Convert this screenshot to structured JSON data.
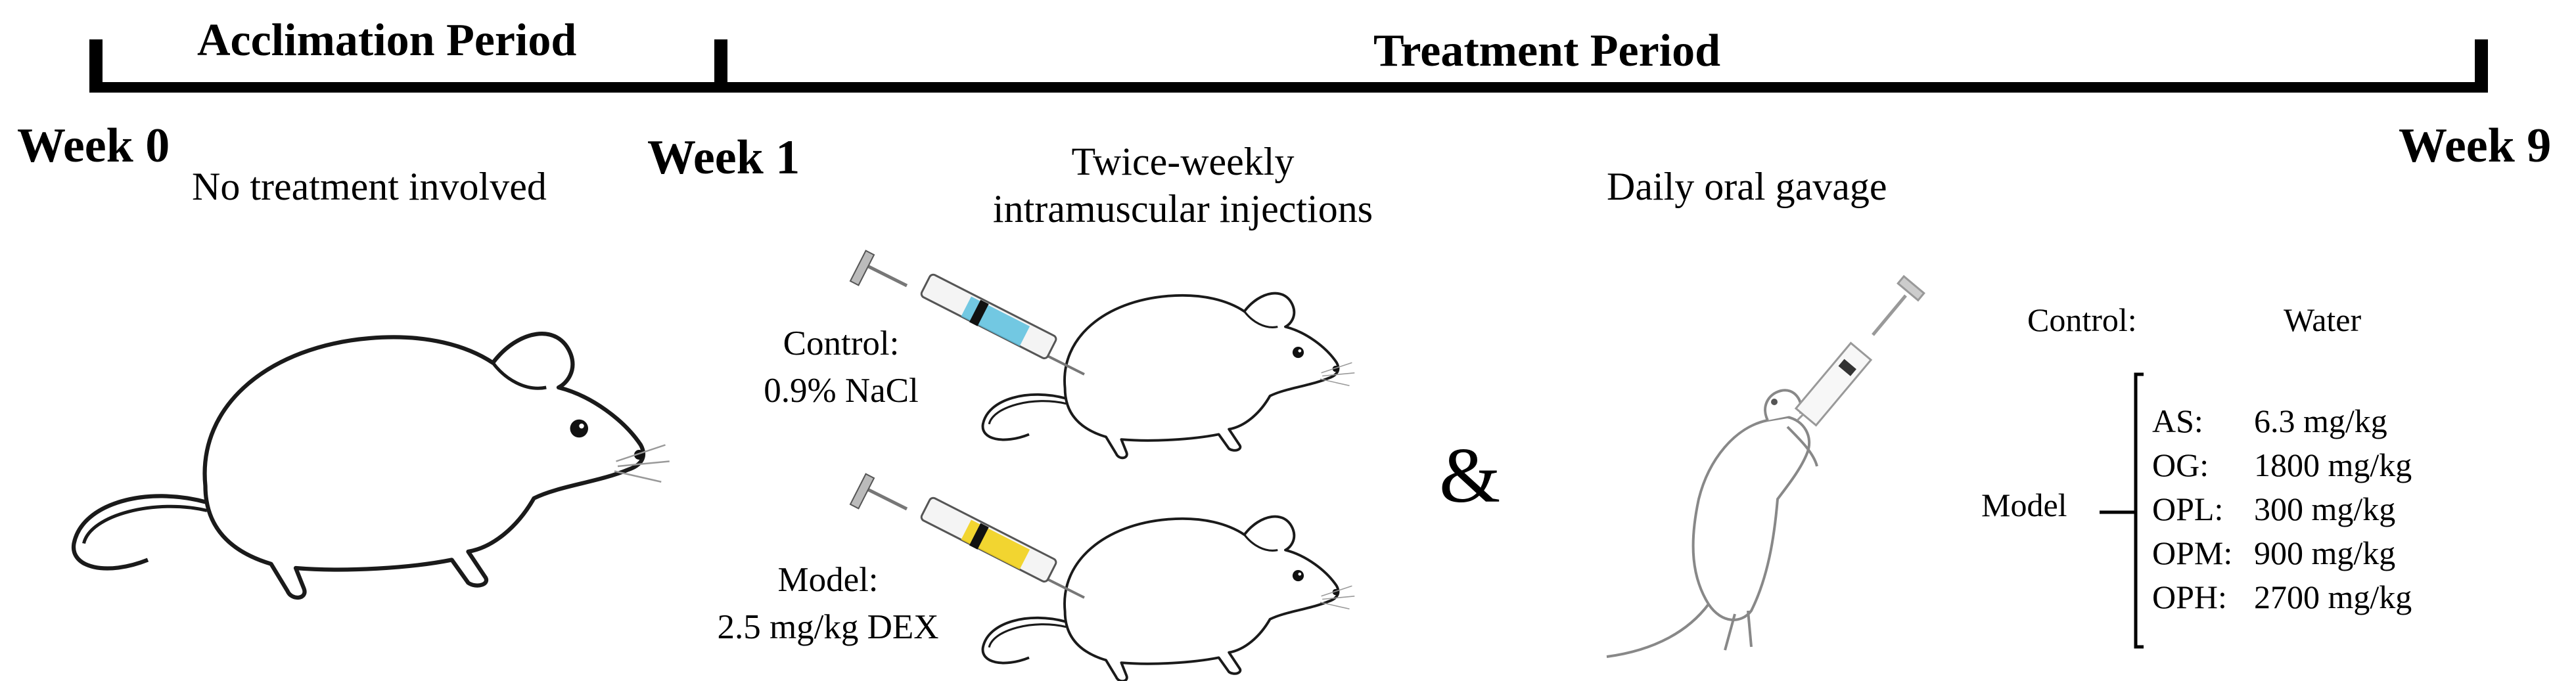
{
  "timeline": {
    "acclimation_label": "Acclimation Period",
    "treatment_label": "Treatment Period",
    "week0": "Week 0",
    "week1": "Week 1",
    "week9": "Week 9"
  },
  "acclimation": {
    "description": "No treatment involved"
  },
  "injection": {
    "title_line1": "Twice-weekly",
    "title_line2": "intramuscular injections",
    "control_label": "Control:",
    "control_value": "0.9% NaCl",
    "model_label": "Model:",
    "model_value": "2.5 mg/kg DEX",
    "colors": {
      "control_syringe": "#5bc0de",
      "model_syringe": "#f2d21b"
    }
  },
  "connector": "&",
  "gavage": {
    "title": "Daily oral gavage",
    "control_label": "Control:",
    "control_value": "Water",
    "model_label": "Model",
    "groups": [
      {
        "name": "AS:",
        "dose": "6.3 mg/kg"
      },
      {
        "name": "OG:",
        "dose": "1800 mg/kg"
      },
      {
        "name": "OPL:",
        "dose": "300 mg/kg"
      },
      {
        "name": "OPM:",
        "dose": "900 mg/kg"
      },
      {
        "name": "OPH:",
        "dose": "2700 mg/kg"
      }
    ]
  }
}
